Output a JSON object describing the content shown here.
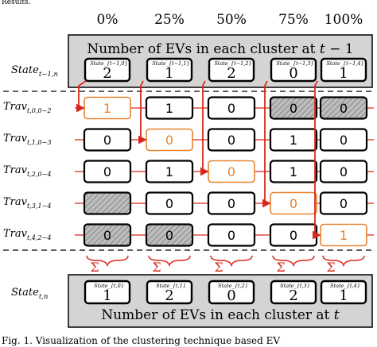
{
  "header_fragment": "Results.",
  "percentages": [
    "0%",
    "25%",
    "50%",
    "75%",
    "100%"
  ],
  "top_panel": {
    "title_prefix": "Number of EVs in each cluster at ",
    "title_var": "t",
    "title_suffix": " − 1",
    "row_label": "State",
    "row_label_sub": "t−1,n",
    "cells": [
      {
        "sup": "State_{t−1,0}",
        "value": "2"
      },
      {
        "sup": "State_{t−1,1}",
        "value": "1"
      },
      {
        "sup": "State_{t−1,2}",
        "value": "2"
      },
      {
        "sup": "State_{t−1,3}",
        "value": "0"
      },
      {
        "sup": "State_{t−1,4}",
        "value": "1"
      }
    ]
  },
  "trav_rows": [
    {
      "label": "Trav",
      "sub": "t,0,0−2",
      "cells": [
        {
          "value": "1",
          "style": "orange"
        },
        {
          "value": "1",
          "style": "black"
        },
        {
          "value": "0",
          "style": "black"
        },
        {
          "value": "0",
          "style": "hatched"
        },
        {
          "value": "0",
          "style": "hatched"
        }
      ]
    },
    {
      "label": "Trav",
      "sub": "t,1,0−3",
      "cells": [
        {
          "value": "0",
          "style": "black"
        },
        {
          "value": "0",
          "style": "orange"
        },
        {
          "value": "0",
          "style": "black"
        },
        {
          "value": "1",
          "style": "black"
        },
        {
          "value": "0",
          "style": "black"
        }
      ]
    },
    {
      "label": "Trav",
      "sub": "t,2,0−4",
      "cells": [
        {
          "value": "0",
          "style": "black"
        },
        {
          "value": "1",
          "style": "black"
        },
        {
          "value": "0",
          "style": "orange"
        },
        {
          "value": "1",
          "style": "black"
        },
        {
          "value": "0",
          "style": "black"
        }
      ]
    },
    {
      "label": "Trav",
      "sub": "t,3,1−4",
      "cells": [
        {
          "value": "",
          "style": "hatched"
        },
        {
          "value": "0",
          "style": "black"
        },
        {
          "value": "0",
          "style": "black"
        },
        {
          "value": "0",
          "style": "orange"
        },
        {
          "value": "0",
          "style": "black"
        }
      ]
    },
    {
      "label": "Trav",
      "sub": "t,4,2−4",
      "cells": [
        {
          "value": "0",
          "style": "hatched"
        },
        {
          "value": "0",
          "style": "hatched"
        },
        {
          "value": "0",
          "style": "black"
        },
        {
          "value": "0",
          "style": "black"
        },
        {
          "value": "1",
          "style": "orange"
        }
      ]
    }
  ],
  "sigma": "Σ",
  "bottom_panel": {
    "title_prefix": "Number of EVs in each cluster at ",
    "title_var": "t",
    "row_label": "State",
    "row_label_sub": "t,n",
    "cells": [
      {
        "sup": "State_{t,0}",
        "value": "1"
      },
      {
        "sup": "State_{t,1}",
        "value": "2"
      },
      {
        "sup": "State_{t,2}",
        "value": "0"
      },
      {
        "sup": "State_{t,3}",
        "value": "2"
      },
      {
        "sup": "State_{t,4}",
        "value": "1"
      }
    ]
  },
  "caption_fragment": "Fig. 1.  Visualization of the clustering technique based EV",
  "colors": {
    "panel_fill": "#d4d4d4",
    "orange": "#e8822e",
    "red": "#d9281b",
    "black": "#000000",
    "hatch": "#8c8c8c"
  }
}
